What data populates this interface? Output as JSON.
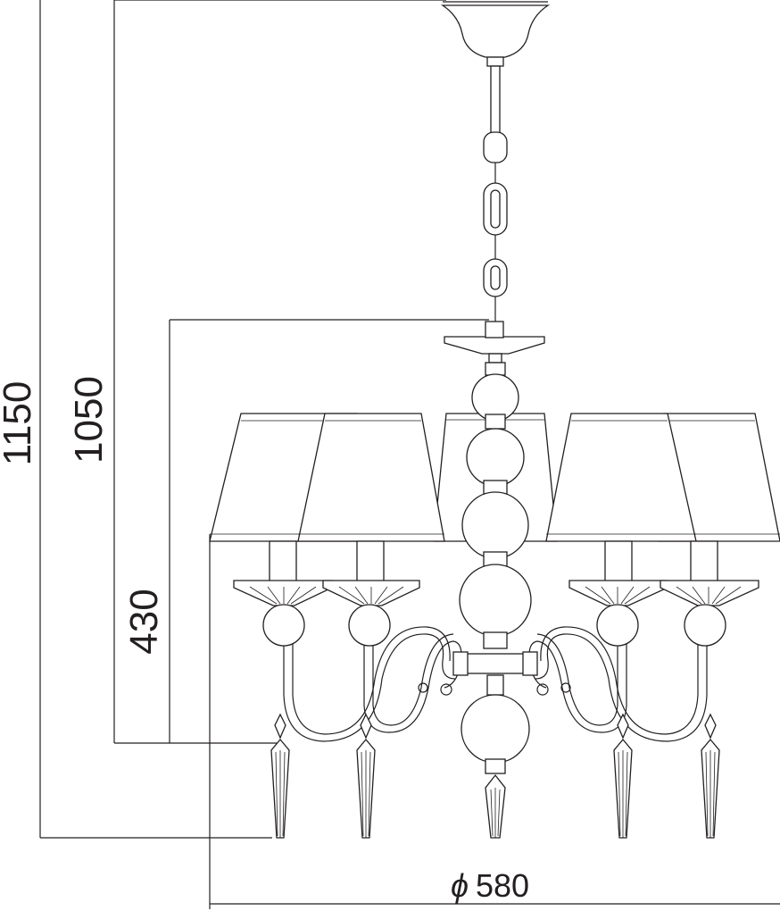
{
  "dimensions": {
    "total_height": "1150",
    "chain_height": "1050",
    "body_height": "430",
    "diameter_symbol": "ϕ",
    "diameter_value": "580"
  }
}
